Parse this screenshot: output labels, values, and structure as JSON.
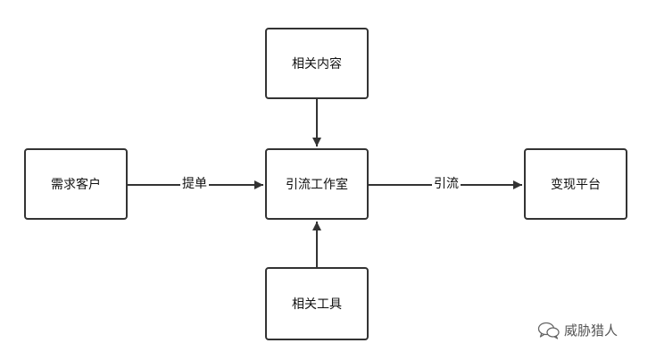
{
  "diagram": {
    "nodes": {
      "content": "相关内容",
      "customer": "需求客户",
      "studio": "引流工作室",
      "platform": "变现平台",
      "tools": "相关工具"
    },
    "edges": {
      "customer_to_studio": "提单",
      "studio_to_platform": "引流"
    }
  },
  "watermark": {
    "text": "威胁猎人",
    "icon": "wechat-chat-icon"
  },
  "colors": {
    "stroke": "#333333",
    "text": "#111111",
    "watermark": "#555555"
  }
}
